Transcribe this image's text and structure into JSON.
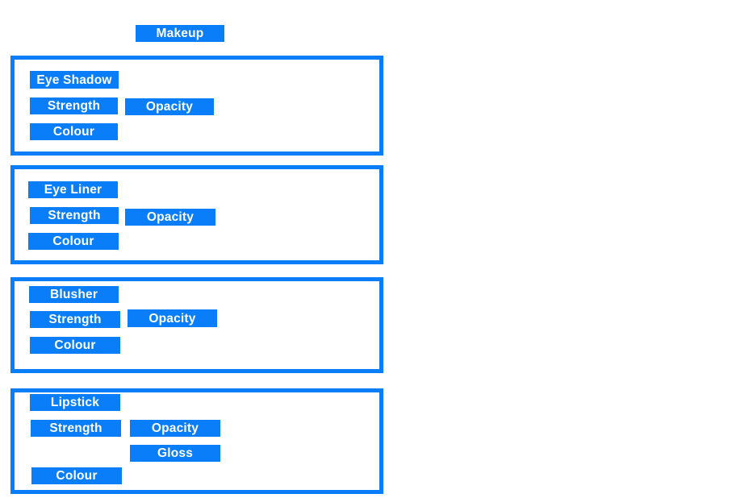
{
  "colors": {
    "accent": "#0a7ef8",
    "label_text": "#ffffff",
    "background": "#ffffff"
  },
  "header": {
    "title": "Makeup"
  },
  "sections": [
    {
      "title": "Eye Shadow",
      "controls": {
        "strength": "Strength",
        "opacity": "Opacity",
        "colour": "Colour"
      }
    },
    {
      "title": "Eye Liner",
      "controls": {
        "strength": "Strength",
        "opacity": "Opacity",
        "colour": "Colour"
      }
    },
    {
      "title": "Blusher",
      "controls": {
        "strength": "Strength",
        "opacity": "Opacity",
        "colour": "Colour"
      }
    },
    {
      "title": "Lipstick",
      "controls": {
        "strength": "Strength",
        "opacity": "Opacity",
        "gloss": "Gloss",
        "colour": "Colour"
      }
    }
  ]
}
